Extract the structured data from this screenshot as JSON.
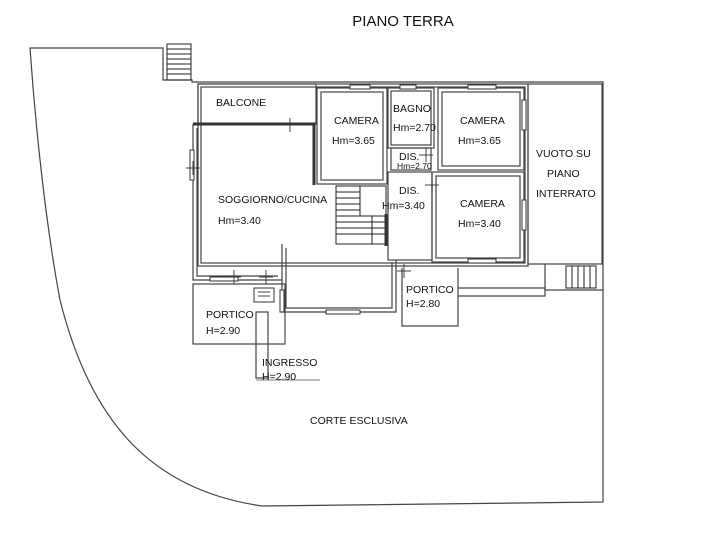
{
  "title": "PIANO TERRA",
  "rooms": {
    "balcone": {
      "name": "BALCONE"
    },
    "camera1": {
      "name": "CAMERA",
      "height": "Hm=3.65"
    },
    "bagno": {
      "name": "BAGNO",
      "height": "Hm=2.70"
    },
    "camera2": {
      "name": "CAMERA",
      "height": "Hm=3.65"
    },
    "dis_small": {
      "name": "DIS.",
      "height": "Hm=2.70"
    },
    "soggiorno": {
      "name": "SOGGIORNO/CUCINA",
      "height": "Hm=3.40"
    },
    "dis": {
      "name": "DIS.",
      "height": "Hm=3.40"
    },
    "camera3": {
      "name": "CAMERA",
      "height": "Hm=3.40"
    },
    "vuoto": {
      "line1": "VUOTO SU",
      "line2": "PIANO",
      "line3": "INTERRATO"
    },
    "portico_left": {
      "name": "PORTICO",
      "height": "H=2.90"
    },
    "ingresso": {
      "name": "INGRESSO",
      "height": "H=2.90"
    },
    "portico_right": {
      "name": "PORTICO",
      "height": "H=2.80"
    },
    "corte": {
      "name": "CORTE ESCLUSIVA"
    }
  }
}
